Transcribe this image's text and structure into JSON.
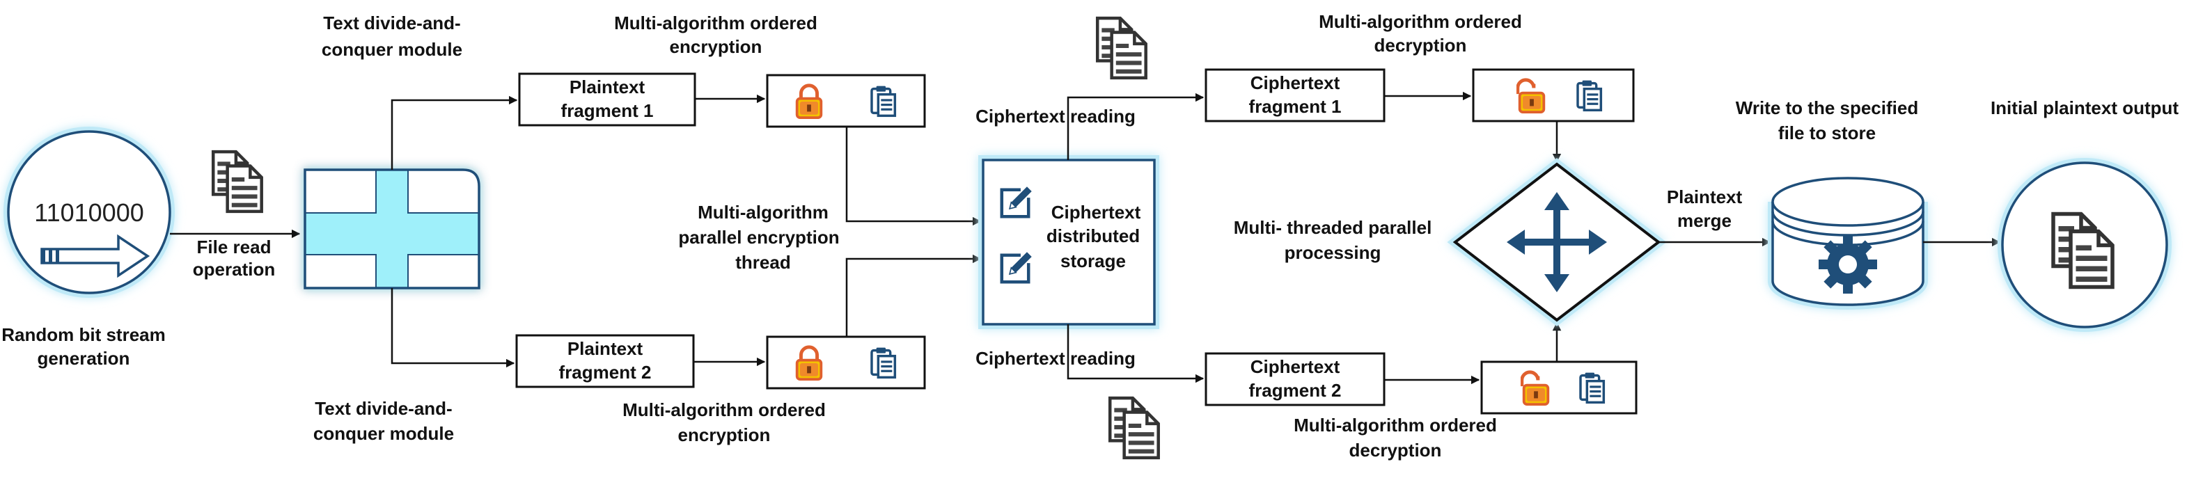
{
  "colors": {
    "accent_blue": "#1f4e79",
    "cyan_fill": "#9ff0fa",
    "glow": "#bfe9f7",
    "lock_red": "#e0602e",
    "lock_yellow": "#f4c200"
  },
  "source": {
    "bits": "11010000",
    "label_line1": "Random bit stream",
    "label_line2": "generation"
  },
  "file_read": {
    "line1": "File read",
    "line2": "operation"
  },
  "divide": {
    "top_line1": "Text divide-and-",
    "top_line2": "conquer module",
    "bottom_line1": "Text divide-and-",
    "bottom_line2": "conquer module"
  },
  "fragments": {
    "plain1_line1": "Plaintext",
    "plain1_line2": "fragment 1",
    "plain2_line1": "Plaintext",
    "plain2_line2": "fragment 2",
    "cipher1_line1": "Ciphertext",
    "cipher1_line2": "fragment 1",
    "cipher2_line1": "Ciphertext",
    "cipher2_line2": "fragment 2"
  },
  "encryption": {
    "top_line1": "Multi-algorithm ordered",
    "top_line2": "encryption",
    "bottom_line1": "Multi-algorithm ordered",
    "bottom_line2": "encryption",
    "thread_line1": "Multi-algorithm",
    "thread_line2": "parallel encryption",
    "thread_line3": "thread"
  },
  "storage": {
    "line1": "Ciphertext",
    "line2": "distributed",
    "line3": "storage"
  },
  "reading": {
    "top": "Ciphertext reading",
    "bottom": "Ciphertext reading"
  },
  "decryption": {
    "top_line1": "Multi-algorithm ordered",
    "top_line2": "decryption",
    "bottom_line1": "Multi-algorithm ordered",
    "bottom_line2": "decryption"
  },
  "parallel": {
    "line1": "Multi- threaded parallel",
    "line2": "processing"
  },
  "merge": {
    "line1": "Plaintext",
    "line2": "merge"
  },
  "write": {
    "line1": "Write to the specified",
    "line2": "file to store"
  },
  "output": {
    "label": "Initial plaintext output"
  },
  "icons": [
    "documents-icon",
    "lock-icon",
    "unlock-icon",
    "clipboard-icon",
    "edit-icon",
    "move-arrows-icon",
    "gear-icon",
    "database-icon",
    "arrow-right-icon"
  ]
}
